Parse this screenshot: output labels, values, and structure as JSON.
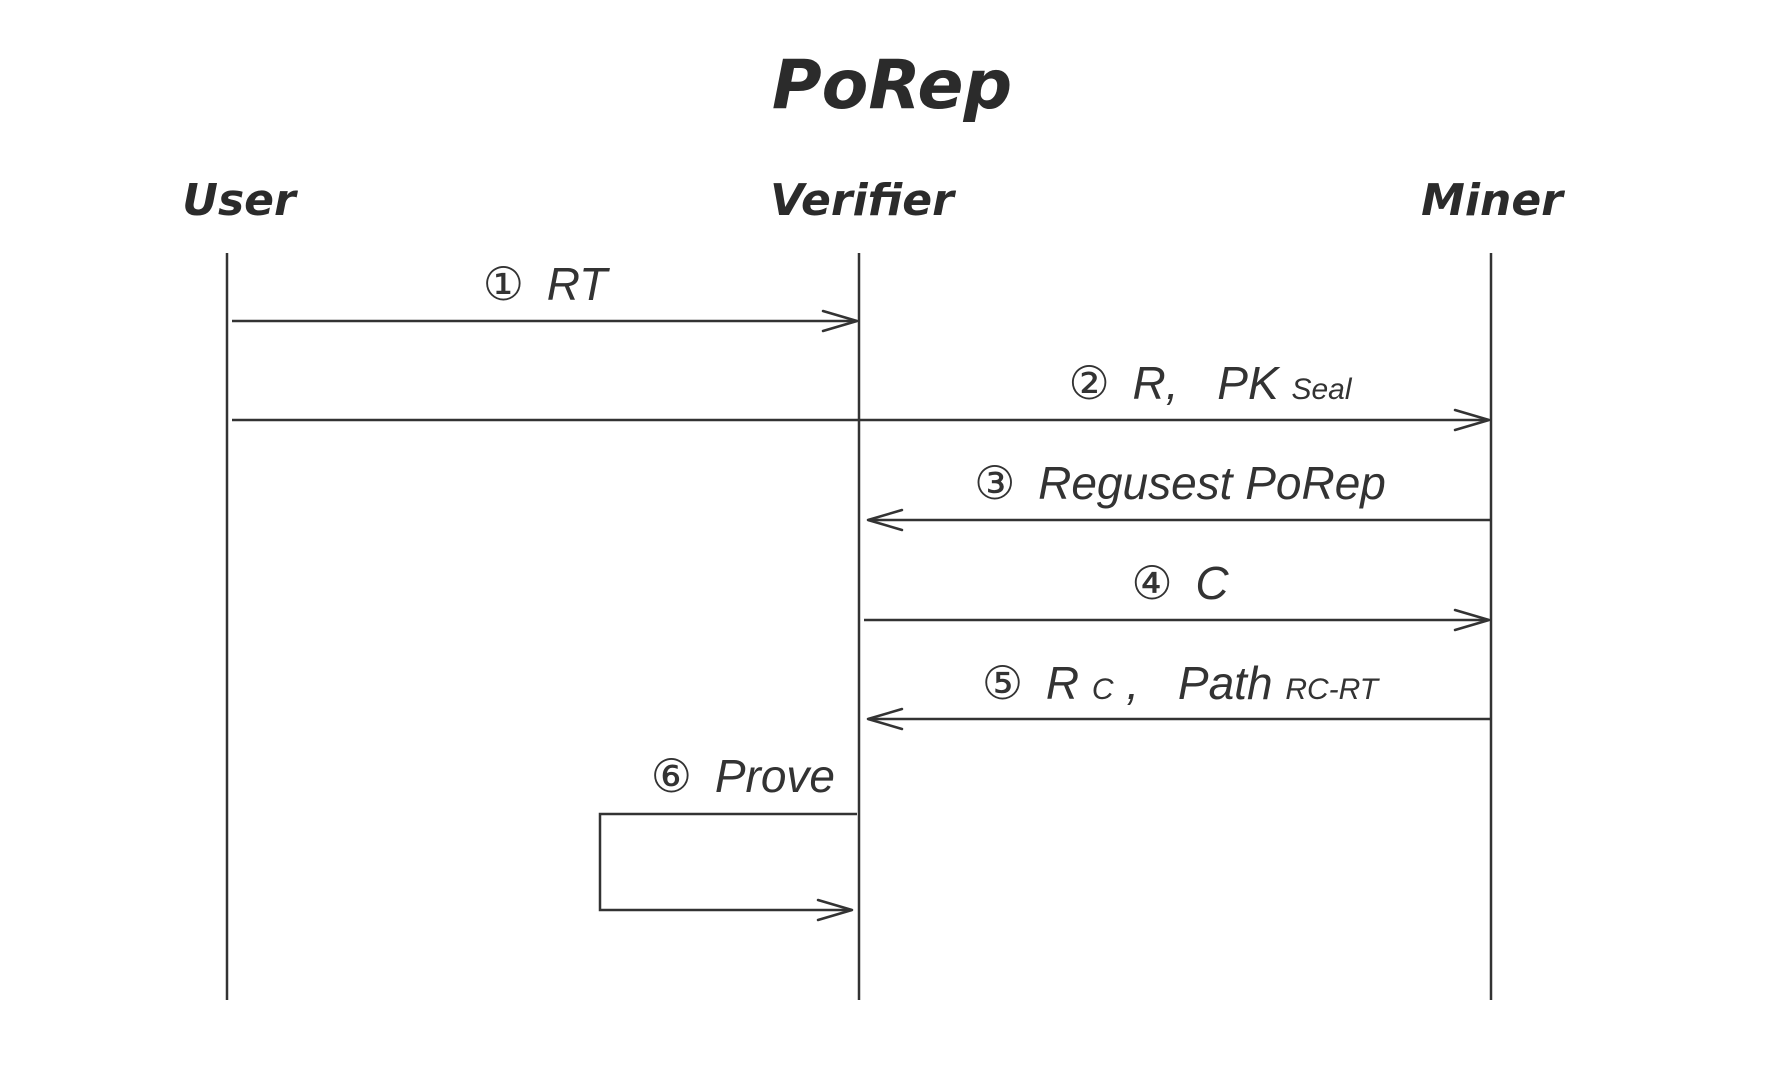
{
  "title": "PoRep",
  "actors": {
    "user": "User",
    "verifier": "Verifier",
    "miner": "Miner"
  },
  "messages": {
    "m1": {
      "num": "①",
      "text": "RT"
    },
    "m2": {
      "num": "②",
      "text1": "R,",
      "text2": "PK",
      "sub": "Seal"
    },
    "m3": {
      "num": "③",
      "text": "Regusest PoRep"
    },
    "m4": {
      "num": "④",
      "text": "C"
    },
    "m5": {
      "num": "⑤",
      "text1": "R",
      "sub1": "C",
      "text1b": ",",
      "text2": "Path",
      "sub2": "RC-RT"
    },
    "m6": {
      "num": "⑥",
      "text": "Prove"
    }
  }
}
